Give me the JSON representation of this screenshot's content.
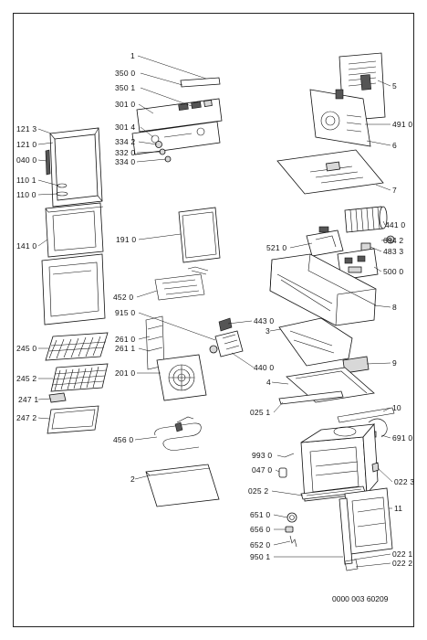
{
  "labels": {
    "l1": "1",
    "l350_0": "350 0",
    "l350_1": "350 1",
    "l301_0": "301 0",
    "l301_4": "301 4",
    "l334_2": "334 2",
    "l332_0": "332 0",
    "l334_0": "334 0",
    "l121_3": "121 3",
    "l121_0": "121 0",
    "l040_0": "040 0",
    "l110_1": "110 1",
    "l110_0": "110 0",
    "l141_0": "141 0",
    "l191_0": "191 0",
    "l452_0": "452 0",
    "l915_0": "915 0",
    "l261_0": "261 0",
    "l261_1": "261 1",
    "l245_0": "245 0",
    "l245_2": "245 2",
    "l247_1": "247 1",
    "l247_2": "247 2",
    "l201_0": "201 0",
    "l456_0": "456 0",
    "l2": "2",
    "l5": "5",
    "l491_0": "491 0",
    "l6": "6",
    "l7": "7",
    "l441_0": "441 0",
    "l521_0": "521 0",
    "l694_2": "694 2",
    "l483_3": "483 3",
    "l500_0": "500 0",
    "l8": "8",
    "l443_0": "443 0",
    "l3": "3",
    "l440_0": "440 0",
    "l9": "9",
    "l4": "4",
    "l025_1": "025 1",
    "l10": "10",
    "l691_0": "691 0",
    "l993_0": "993 0",
    "l047_0": "047 0",
    "l022_3": "022 3",
    "l025_2": "025 2",
    "l11": "11",
    "l651_0": "651 0",
    "l656_0": "656 0",
    "l652_0": "652 0",
    "l950_1": "950 1",
    "l022_1": "022 1",
    "l022_2": "022 2"
  },
  "drawing_code": "0000 003 60209"
}
